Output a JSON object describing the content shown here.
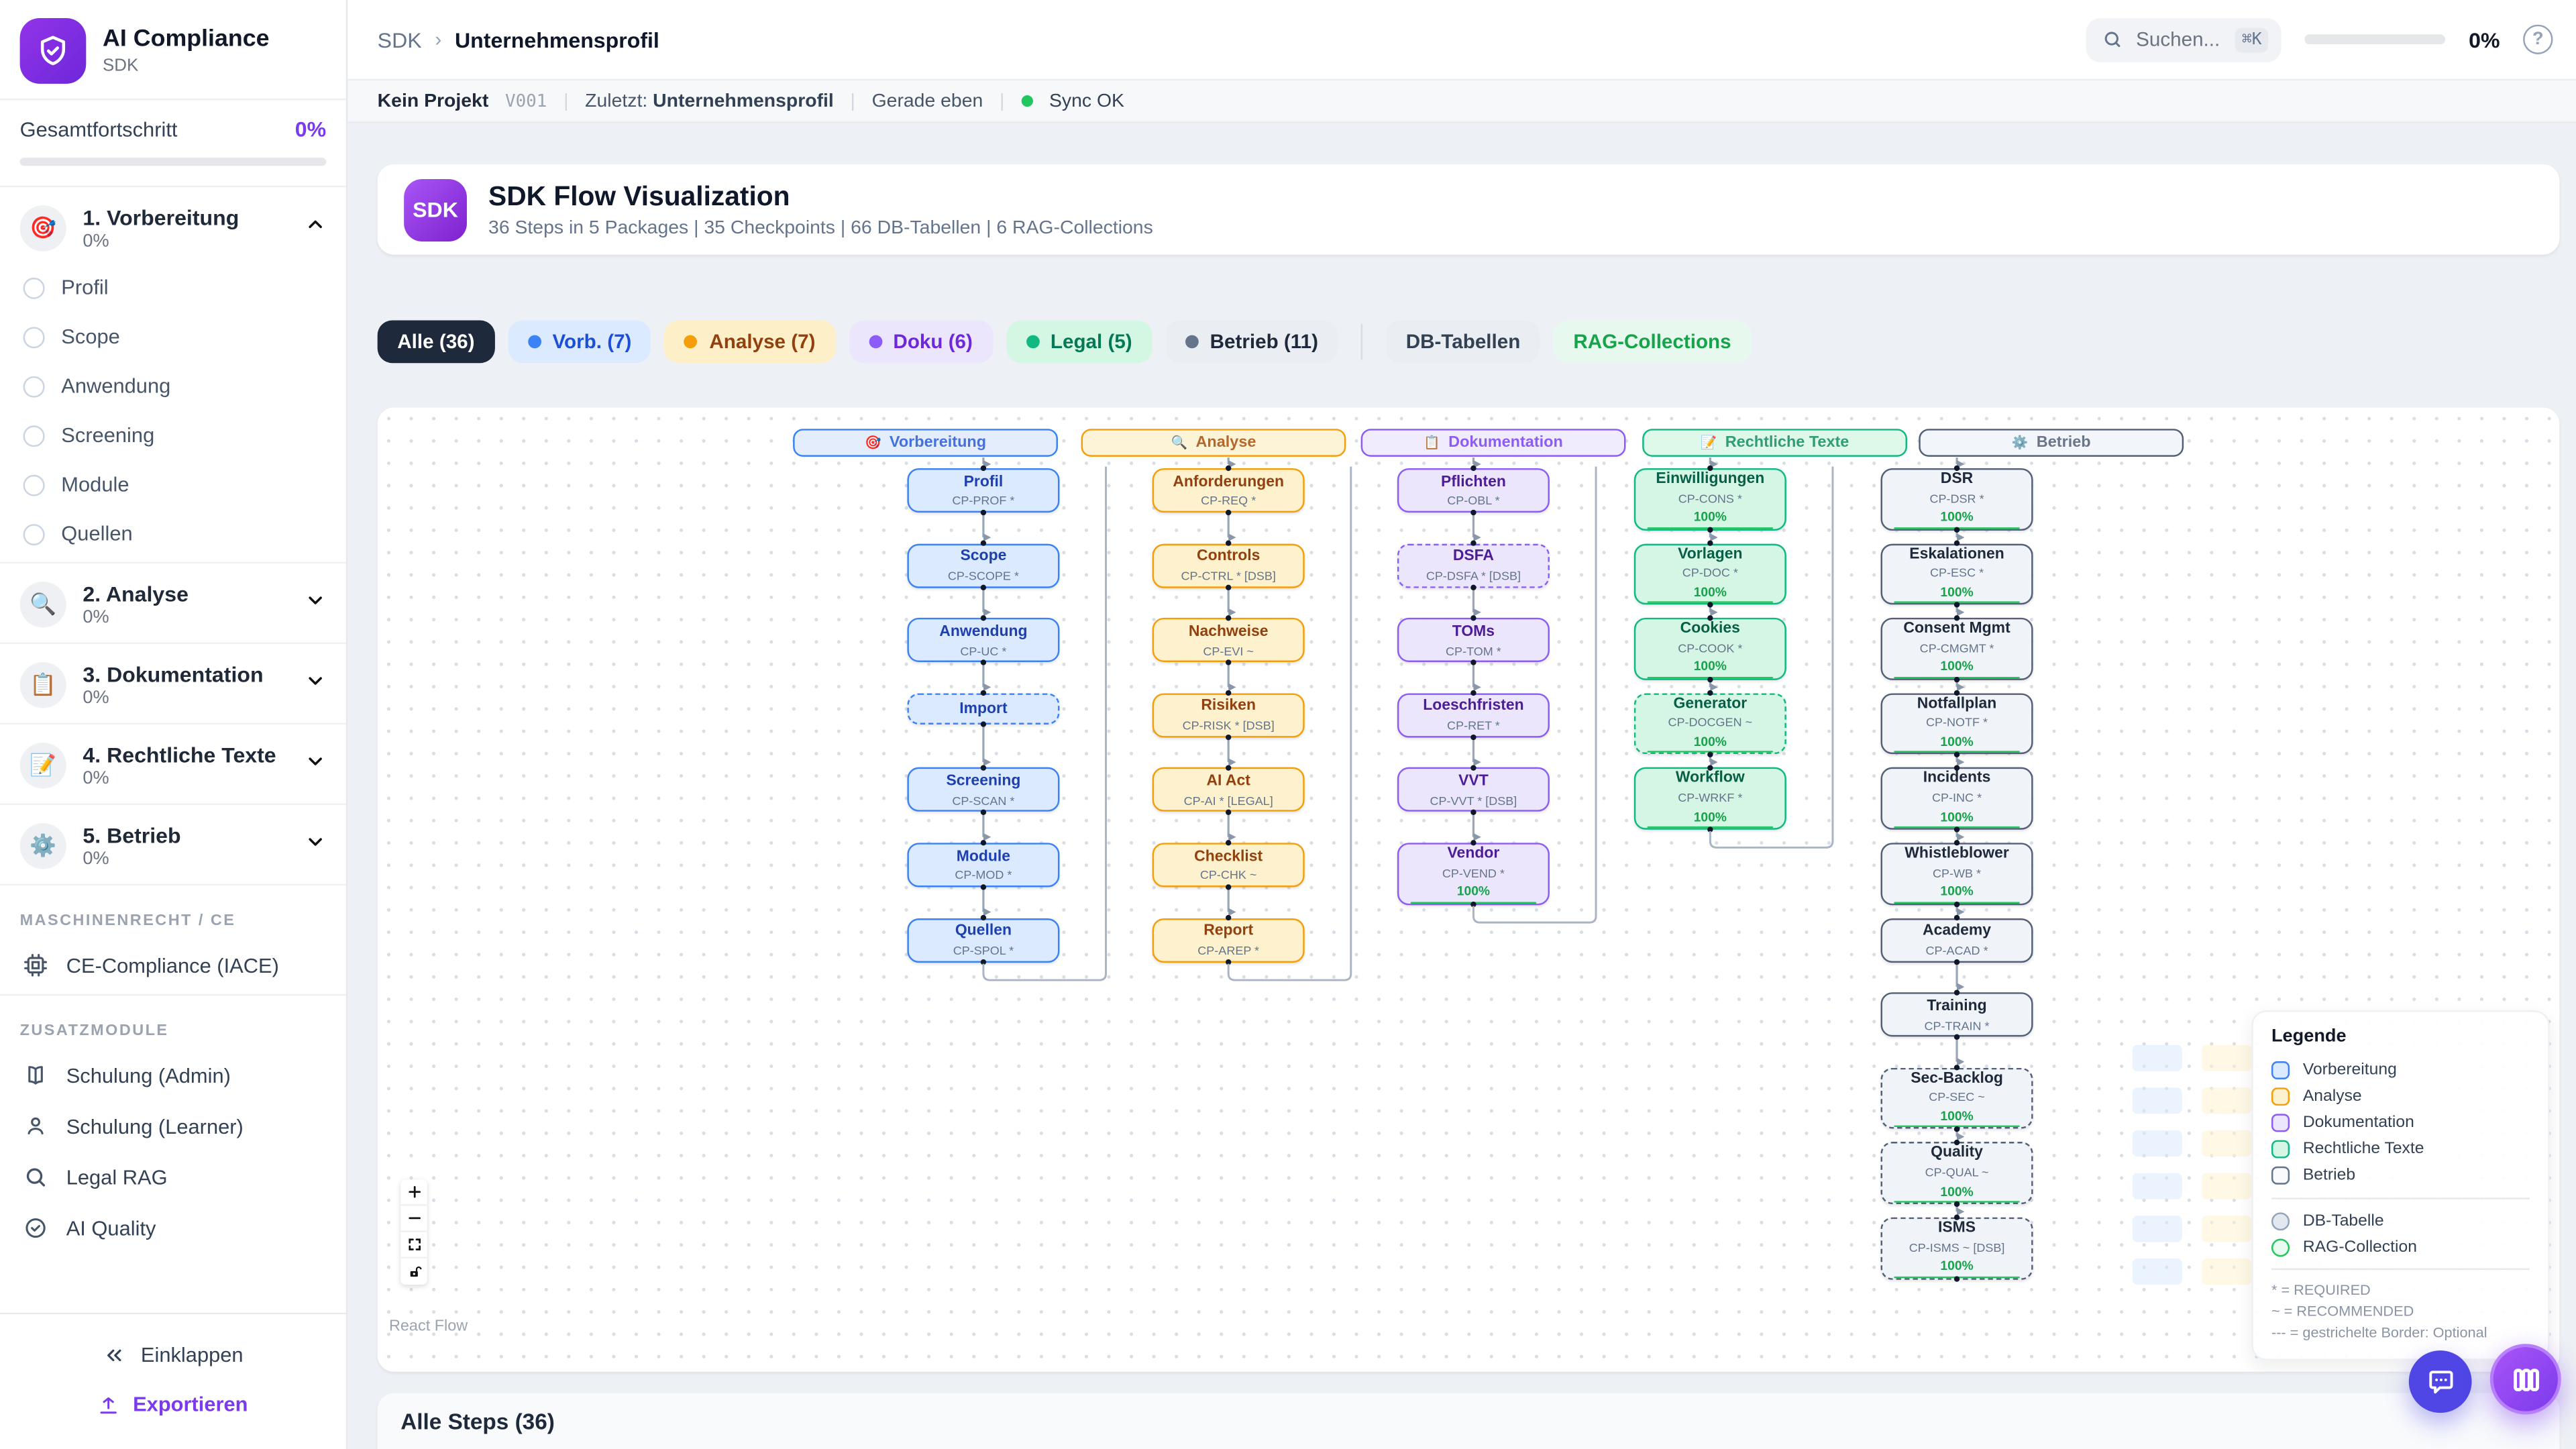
{
  "app": {
    "accent": "#7c3aed",
    "success": "#22c55e"
  },
  "sidebar": {
    "logo_title": "AI Compliance",
    "logo_sub": "SDK",
    "progress_label": "Gesamtfortschritt",
    "progress_value": "0%",
    "sections": [
      {
        "label": "1. Vorbereitung",
        "pct": "0%",
        "emoji": "🎯",
        "expanded": true,
        "items": [
          "Profil",
          "Scope",
          "Anwendung",
          "Screening",
          "Module",
          "Quellen"
        ]
      },
      {
        "label": "2. Analyse",
        "pct": "0%",
        "emoji": "🔍",
        "expanded": false
      },
      {
        "label": "3. Dokumentation",
        "pct": "0%",
        "emoji": "📋",
        "expanded": false
      },
      {
        "label": "4. Rechtliche Texte",
        "pct": "0%",
        "emoji": "📝",
        "expanded": false
      },
      {
        "label": "5. Betrieb",
        "pct": "0%",
        "emoji": "⚙️",
        "expanded": false
      }
    ],
    "machine_header": "MASCHINENRECHT / CE",
    "machine_item": "CE-Compliance (IACE)",
    "extra_header": "ZUSATZMODULE",
    "extra_items": [
      "Schulung (Admin)",
      "Schulung (Learner)",
      "Legal RAG",
      "AI Quality"
    ],
    "collapse_label": "Einklappen",
    "export_label": "Exportieren"
  },
  "topbar": {
    "breadcrumb": [
      "SDK",
      "Unternehmensprofil"
    ],
    "search_placeholder": "Suchen...",
    "search_kbd": "⌘K",
    "progress_value": "0%"
  },
  "statusbar": {
    "project": "Kein Projekt",
    "version": "V001",
    "last_label": "Zuletzt:",
    "last_value": "Unternehmensprofil",
    "time": "Gerade eben",
    "sync": "Sync OK"
  },
  "header_card": {
    "badge": "SDK",
    "title": "SDK Flow Visualization",
    "subtitle": "36 Steps in 5 Packages | 35 Checkpoints | 66 DB-Tabellen | 6 RAG-Collections"
  },
  "filters": [
    {
      "label": "Alle (36)",
      "bg": "#1e293b",
      "fg": "#ffffff",
      "active": true
    },
    {
      "label": "Vorb. (7)",
      "bg": "#dbeafe",
      "fg": "#1d4ed8",
      "dot": "#3b82f6"
    },
    {
      "label": "Analyse (7)",
      "bg": "#fdf0c9",
      "fg": "#92400e",
      "dot": "#f59e0b"
    },
    {
      "label": "Doku (6)",
      "bg": "#ece6fc",
      "fg": "#6d28d9",
      "dot": "#8b5cf6"
    },
    {
      "label": "Legal (5)",
      "bg": "#d4f7e3",
      "fg": "#047857",
      "dot": "#10b981"
    },
    {
      "label": "Betrieb (11)",
      "bg": "#eaedf2",
      "fg": "#1e293b",
      "dot": "#64748b"
    },
    {
      "divider": true
    },
    {
      "label": "DB-Tabellen",
      "bg": "#eaedf2",
      "fg": "#334155"
    },
    {
      "label": "RAG-Collections",
      "bg": "#e7f9ee",
      "fg": "#16a34a"
    }
  ],
  "flow": {
    "columns": [
      {
        "id": "vorbereitung",
        "emoji": "🎯",
        "label": "Vorbereitung",
        "border": "#3b82f6",
        "bg": "#dbeafe",
        "head_bg": "#e4edfc",
        "head_fg": "#4470e0",
        "title_fg": "#1e40af",
        "nodes": [
          {
            "title": "Profil",
            "sub": "CP-PROF *"
          },
          {
            "title": "Scope",
            "sub": "CP-SCOPE *"
          },
          {
            "title": "Anwendung",
            "sub": "CP-UC *"
          },
          {
            "title": "Import",
            "dashed": true,
            "short": true
          },
          {
            "title": "Screening",
            "sub": "CP-SCAN *"
          },
          {
            "title": "Module",
            "sub": "CP-MOD *"
          },
          {
            "title": "Quellen",
            "sub": "CP-SPOL *"
          }
        ]
      },
      {
        "id": "analyse",
        "emoji": "🔍",
        "label": "Analyse",
        "border": "#f59e0b",
        "bg": "#fdf2cd",
        "head_bg": "#fdf4d8",
        "head_fg": "#b4682a",
        "title_fg": "#92400e",
        "nodes": [
          {
            "title": "Anforderungen",
            "sub": "CP-REQ *"
          },
          {
            "title": "Controls",
            "sub": "CP-CTRL * [DSB]"
          },
          {
            "title": "Nachweise",
            "sub": "CP-EVI ~"
          },
          {
            "title": "Risiken",
            "sub": "CP-RISK * [DSB]"
          },
          {
            "title": "AI Act",
            "sub": "CP-AI * [LEGAL]"
          },
          {
            "title": "Checklist",
            "sub": "CP-CHK ~"
          },
          {
            "title": "Report",
            "sub": "CP-AREP *"
          }
        ]
      },
      {
        "id": "dokumentation",
        "emoji": "📋",
        "label": "Dokumentation",
        "border": "#8b5cf6",
        "bg": "#ece6fc",
        "head_bg": "#f0ebfd",
        "head_fg": "#8b5cf6",
        "title_fg": "#4c1d95",
        "nodes": [
          {
            "title": "Pflichten",
            "sub": "CP-OBL *"
          },
          {
            "title": "DSFA",
            "sub": "CP-DSFA * [DSB]",
            "dashed": true
          },
          {
            "title": "TOMs",
            "sub": "CP-TOM *"
          },
          {
            "title": "Loeschfristen",
            "sub": "CP-RET *"
          },
          {
            "title": "VVT",
            "sub": "CP-VVT * [DSB]"
          },
          {
            "title": "Vendor",
            "sub": "CP-VEND *",
            "pct": "100%"
          }
        ]
      },
      {
        "id": "rechtliche-texte",
        "emoji": "📝",
        "label": "Rechtliche Texte",
        "border": "#10b981",
        "bg": "#d6f6e5",
        "head_bg": "#def8ea",
        "head_fg": "#2f9e74",
        "title_fg": "#065f46",
        "nodes": [
          {
            "title": "Einwilligungen",
            "sub": "CP-CONS *",
            "pct": "100%"
          },
          {
            "title": "Vorlagen",
            "sub": "CP-DOC *",
            "pct": "100%"
          },
          {
            "title": "Cookies",
            "sub": "CP-COOK *",
            "pct": "100%"
          },
          {
            "title": "Generator",
            "sub": "CP-DOCGEN ~",
            "pct": "100%",
            "dashed": true
          },
          {
            "title": "Workflow",
            "sub": "CP-WRKF *",
            "pct": "100%"
          }
        ]
      },
      {
        "id": "betrieb",
        "emoji": "⚙️",
        "label": "Betrieb",
        "border": "#546077",
        "bg": "#f0f4f9",
        "head_bg": "#f2f5f9",
        "head_fg": "#6a7587",
        "title_fg": "#1e293b",
        "nodes": [
          {
            "title": "DSR",
            "sub": "CP-DSR *",
            "pct": "100%"
          },
          {
            "title": "Eskalationen",
            "sub": "CP-ESC *",
            "pct": "100%"
          },
          {
            "title": "Consent Mgmt",
            "sub": "CP-CMGMT *",
            "pct": "100%"
          },
          {
            "title": "Notfallplan",
            "sub": "CP-NOTF *",
            "pct": "100%"
          },
          {
            "title": "Incidents",
            "sub": "CP-INC *",
            "pct": "100%"
          },
          {
            "title": "Whistleblower",
            "sub": "CP-WB *",
            "pct": "100%"
          },
          {
            "title": "Academy",
            "sub": "CP-ACAD *"
          },
          {
            "title": "Training",
            "sub": "CP-TRAIN *"
          },
          {
            "title": "Sec-Backlog",
            "sub": "CP-SEC ~",
            "pct": "100%",
            "dashed": true
          },
          {
            "title": "Quality",
            "sub": "CP-QUAL ~",
            "pct": "100%",
            "dashed": true
          },
          {
            "title": "ISMS",
            "sub": "CP-ISMS ~ [DSB]",
            "pct": "100%",
            "dashed": true
          }
        ]
      }
    ],
    "attribution": "React Flow"
  },
  "legend": {
    "title": "Legende",
    "items": [
      {
        "label": "Vorbereitung",
        "border": "#3b82f6",
        "bg": "#dbeafe"
      },
      {
        "label": "Analyse",
        "border": "#f59e0b",
        "bg": "#fdf2cd"
      },
      {
        "label": "Dokumentation",
        "border": "#8b5cf6",
        "bg": "#ece6fc"
      },
      {
        "label": "Rechtliche Texte",
        "border": "#10b981",
        "bg": "#d6f6e5"
      },
      {
        "label": "Betrieb",
        "border": "#64748b",
        "bg": "#f8fafc"
      }
    ],
    "shapes": [
      {
        "label": "DB-Tabelle",
        "border": "#94a3b8",
        "bg": "#e2e8f0"
      },
      {
        "label": "RAG-Collection",
        "border": "#22c55e",
        "bg": "#e9fbf0"
      }
    ],
    "notes": [
      "* = REQUIRED",
      "~ = RECOMMENDED",
      "--- = gestrichelte Border: Optional"
    ]
  },
  "bottom": {
    "title": "Alle Steps (36)"
  }
}
